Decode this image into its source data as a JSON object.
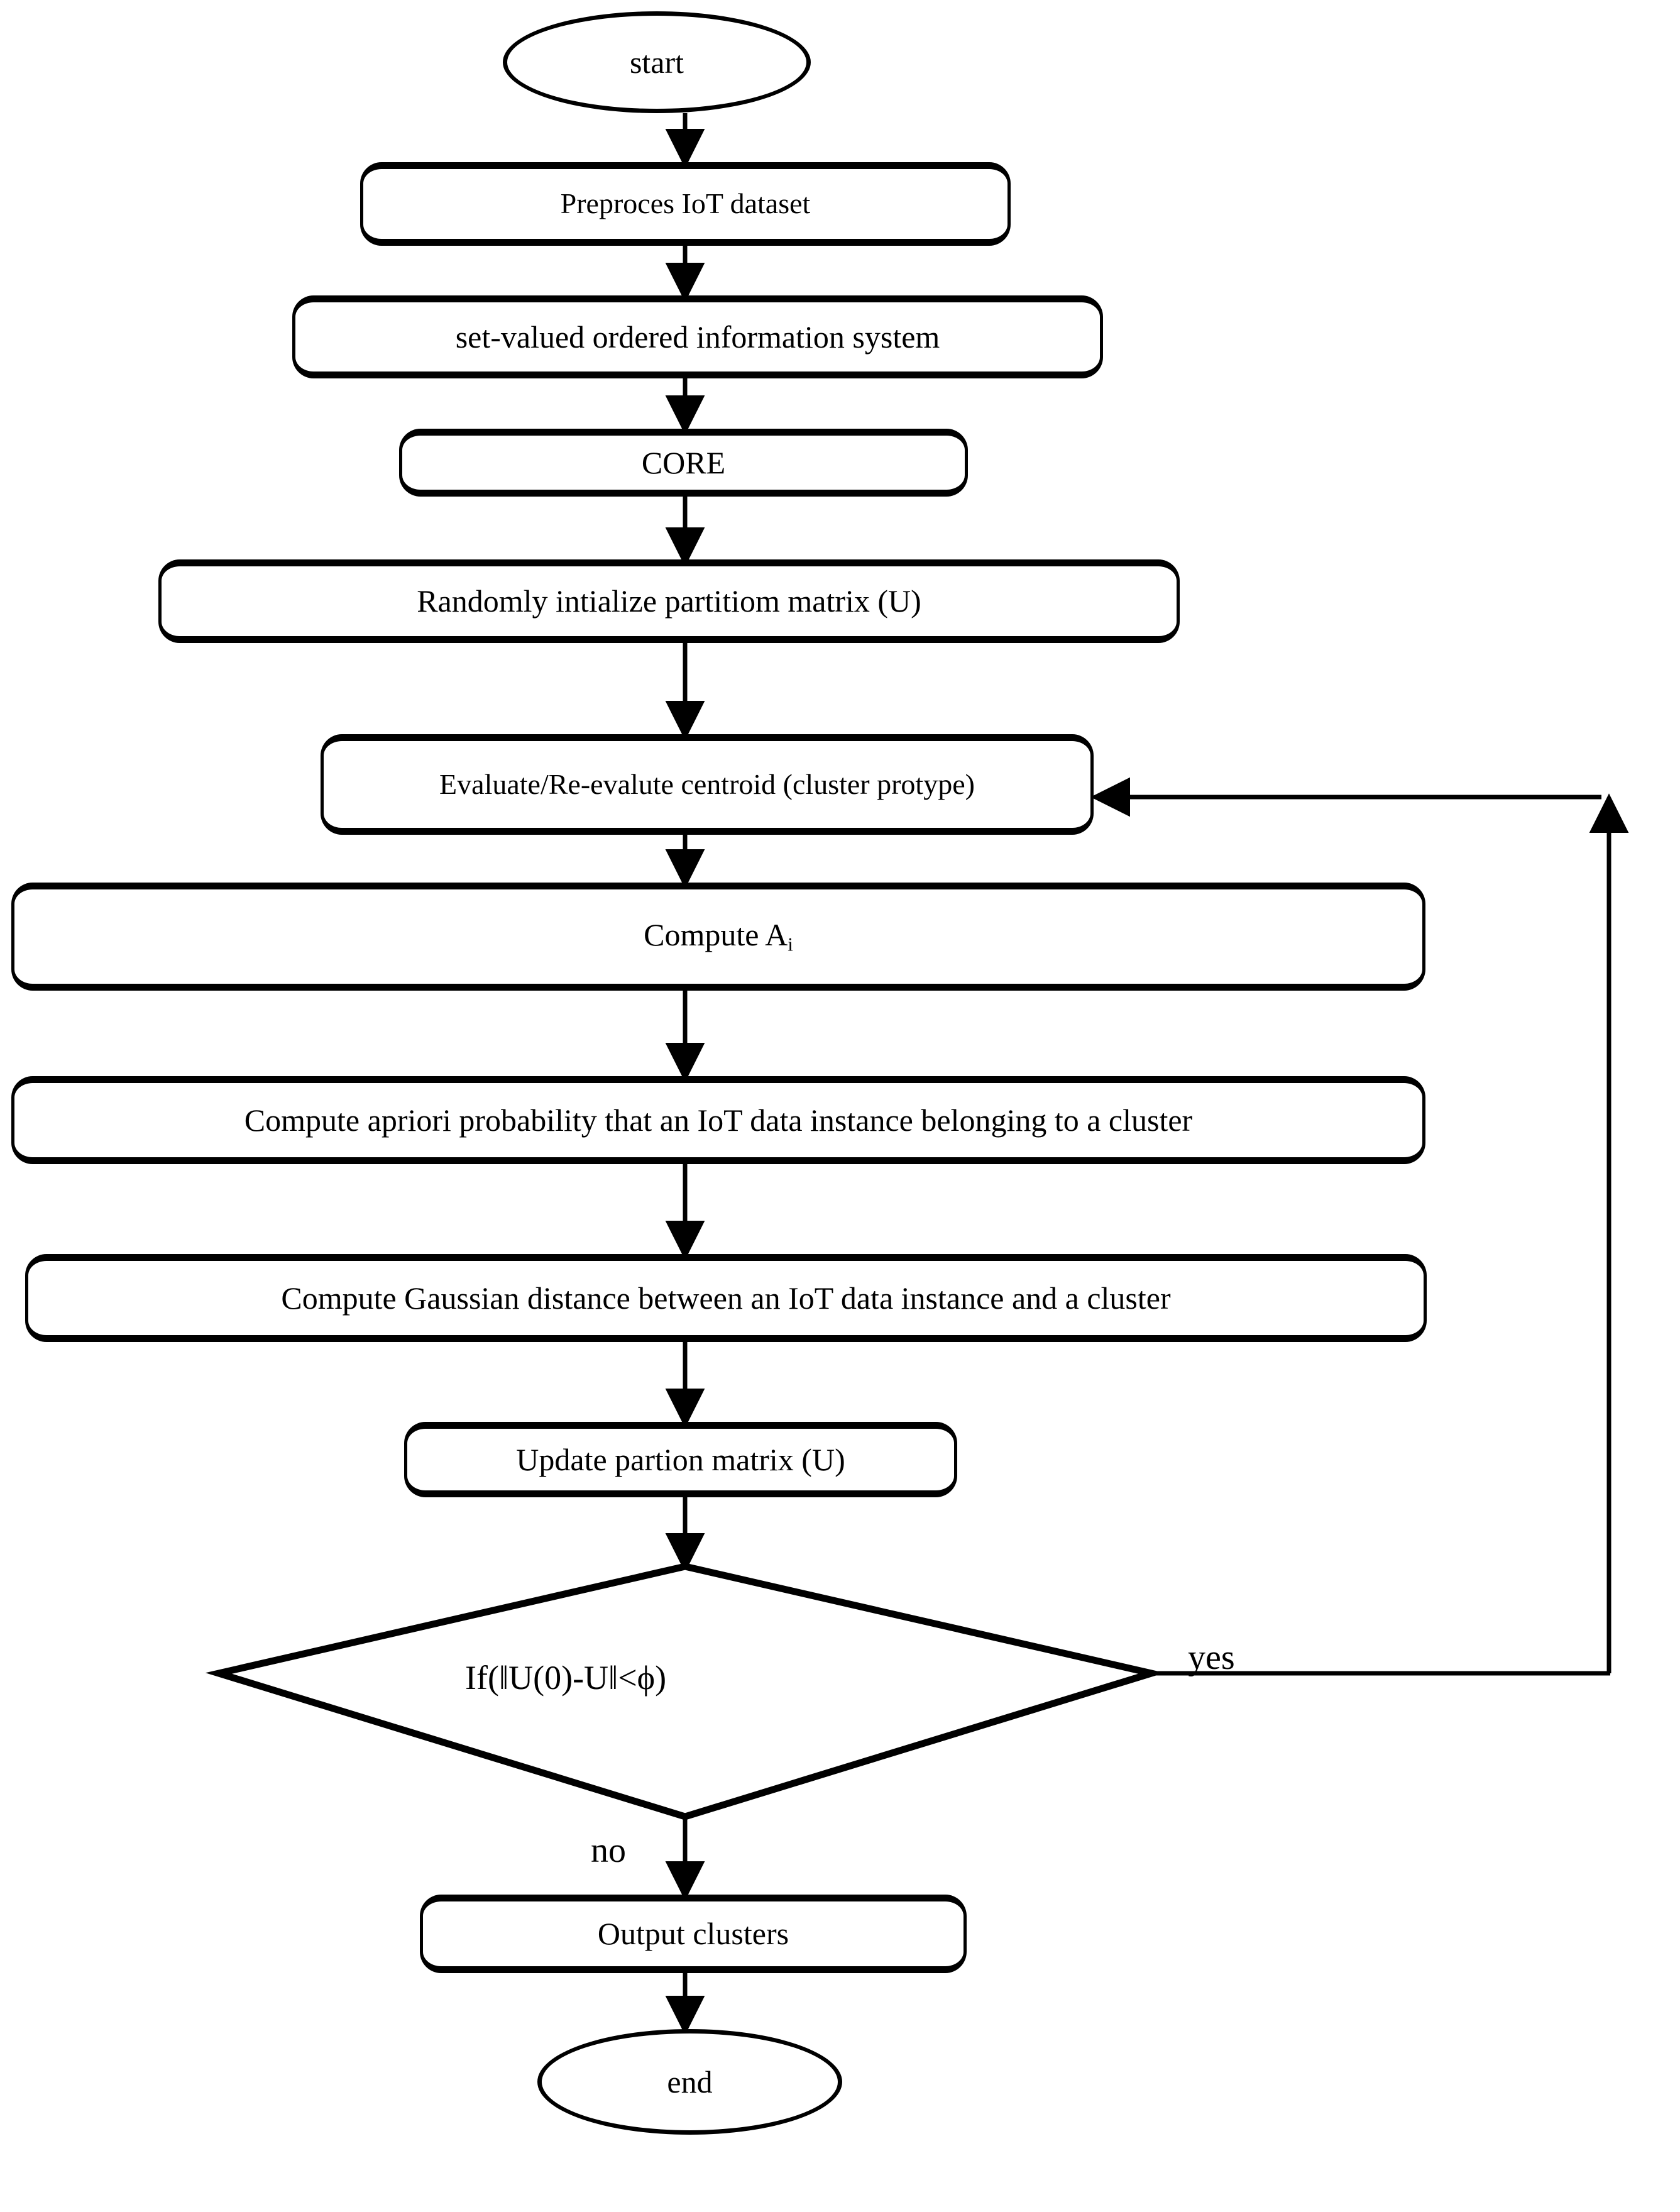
{
  "diagram": {
    "type": "flowchart",
    "title": "",
    "nodes": [
      {
        "id": "start",
        "shape": "terminator",
        "label": "start"
      },
      {
        "id": "preprocess",
        "shape": "process",
        "label": "Preproces IoT dataset"
      },
      {
        "id": "svois",
        "shape": "process",
        "label": "set-valued ordered information system"
      },
      {
        "id": "core",
        "shape": "process",
        "label": "CORE"
      },
      {
        "id": "initu",
        "shape": "process",
        "label": "Randomly intialize partitiom matrix (U)"
      },
      {
        "id": "centroid",
        "shape": "process",
        "label": "Evaluate/Re-evalute centroid (cluster protype)"
      },
      {
        "id": "computea",
        "shape": "process",
        "label": "Compute A",
        "label_sub": "i"
      },
      {
        "id": "apriori",
        "shape": "process",
        "label": "Compute apriori probability that an IoT data instance belonging to a cluster"
      },
      {
        "id": "gaussian",
        "shape": "process",
        "label": "Compute Gaussian distance between an IoT data instance and a cluster"
      },
      {
        "id": "updateu",
        "shape": "process",
        "label": "Update partion matrix (U)"
      },
      {
        "id": "decision",
        "shape": "decision",
        "label": "If(‖U(0)-U‖<ϕ)"
      },
      {
        "id": "output",
        "shape": "process",
        "label": "Output clusters"
      },
      {
        "id": "end",
        "shape": "terminator",
        "label": "end"
      }
    ],
    "edges": [
      {
        "from": "start",
        "to": "preprocess",
        "label": ""
      },
      {
        "from": "preprocess",
        "to": "svois",
        "label": ""
      },
      {
        "from": "svois",
        "to": "core",
        "label": ""
      },
      {
        "from": "core",
        "to": "initu",
        "label": ""
      },
      {
        "from": "initu",
        "to": "centroid",
        "label": ""
      },
      {
        "from": "centroid",
        "to": "computea",
        "label": ""
      },
      {
        "from": "computea",
        "to": "apriori",
        "label": ""
      },
      {
        "from": "apriori",
        "to": "gaussian",
        "label": ""
      },
      {
        "from": "gaussian",
        "to": "updateu",
        "label": ""
      },
      {
        "from": "updateu",
        "to": "decision",
        "label": ""
      },
      {
        "from": "decision",
        "to": "centroid",
        "label": "yes"
      },
      {
        "from": "decision",
        "to": "output",
        "label": "no"
      },
      {
        "from": "output",
        "to": "end",
        "label": ""
      }
    ],
    "edge_labels": {
      "yes": "yes",
      "no": "no"
    },
    "colors": {
      "stroke": "#000000",
      "fill": "#ffffff",
      "text": "#000000"
    }
  }
}
